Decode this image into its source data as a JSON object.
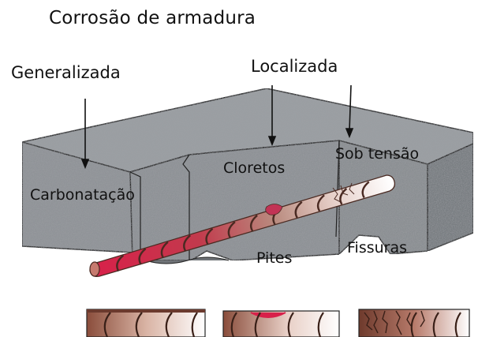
{
  "title": "Corrosão de armadura",
  "labels": {
    "generalizada": "Generalizada",
    "localizada": "Localizada",
    "carbonatacao": "Carbonatação",
    "cloretos": "Cloretos",
    "sob_tensao": "Sob tensão",
    "pites": "Pites",
    "fissuras": "Fissuras"
  },
  "colors": {
    "concrete_top": "#9a9ea2",
    "concrete_front": "#8d9195",
    "concrete_side": "#777b80",
    "rebar_corroded": "#d8214a",
    "rebar_mid": "#c88a84",
    "rebar_clean": "#ffffff",
    "rebar_band": "#6b3a2e"
  }
}
